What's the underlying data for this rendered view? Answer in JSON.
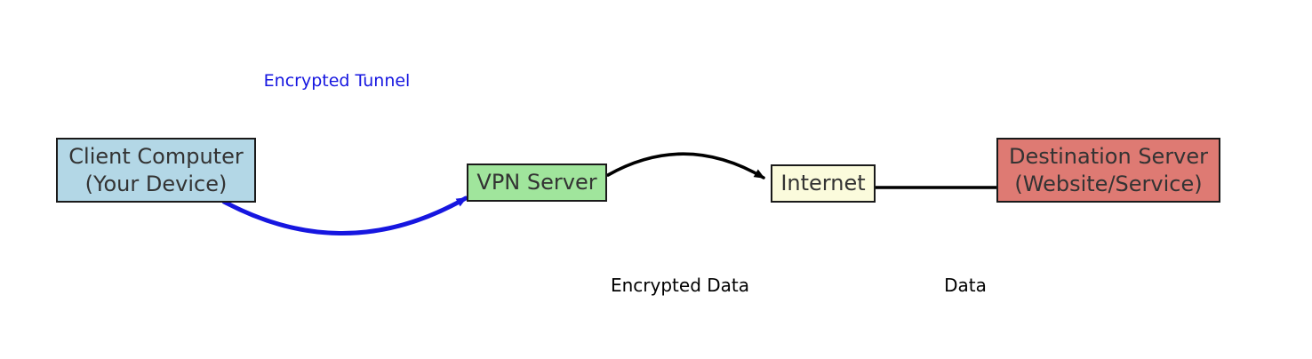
{
  "nodes": {
    "client": {
      "line1": "Client Computer",
      "line2": "(Your Device)",
      "fill": "#B3D7E6"
    },
    "vpn": {
      "label": "VPN Server",
      "fill": "#A0E59C"
    },
    "internet": {
      "label": "Internet",
      "fill": "#FBFBDC"
    },
    "destination": {
      "line1": "Destination Server",
      "line2": "(Website/Service)",
      "fill": "#DE7A73"
    }
  },
  "edge_labels": {
    "encrypted_tunnel": "Encrypted Tunnel",
    "encrypted_data": "Encrypted Data",
    "data": "Data"
  },
  "colors": {
    "encrypted_tunnel_blue": "#1616E0",
    "edge_black": "#000000",
    "node_border": "#1a1a1a",
    "node_text": "#333333",
    "label_text": "#000000",
    "background": "#ffffff"
  }
}
